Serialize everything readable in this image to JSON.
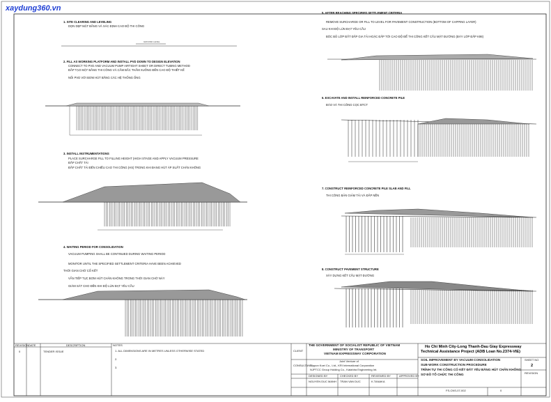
{
  "watermark": "xaydung360.vn",
  "steps": [
    {
      "title": "1. SITE CLEARING AND LEVELING",
      "lines": [
        "DỌN DẸP MẶT BẰNG VÀ XÁC ĐỊNH CAO ĐỘ THI CÔNG"
      ]
    },
    {
      "title": "2. FILL AS WORKING PLATFORM AND INSTALL PVD DOWN TO DESIGN ELEVATION",
      "lines": [
        "CONNECT TO PVD AND VACUUM PUMP AIRTIGHT SHEET OR DIRECT TUBING METHOD",
        "ĐẮP TẠO MẶT BẰNG THI CÔNG VÀ CẮM BẤC THẤM XUỐNG ĐẾN CAO ĐỘ THIẾT KẾ",
        "NỐI PVD VỚI BƠM HÚT BẰNG CÁC HỆ THỐNG ỐNG"
      ]
    },
    {
      "title": "3. INSTALL INSTRUMENTATIONS",
      "lines": [
        "PLACE SURCHARGE FILL TO FILLING HEIGHT (HIGH STAGE AND APPLY VACUUM PRESSURE",
        "ĐẮP CHẤT TẢI",
        "ĐẮP CHẤT TẢI ĐẾN CHIỀU CAO THI CÔNG (HS) TRONG KHI ĐANG HÚT ÁP SUẤT CHÂN KHÔNG"
      ]
    },
    {
      "title": "4. WAITING PERIOD FOR CONSOLIDATION",
      "lines": [
        "VACUUM PUMPING SHALL BE CONTINUED DURING WAITING PERIOD",
        "MONITOR UNTIL THE SPECIFIED SETTLEMENT CRITERIA HAVE BEEN ACHIEVED",
        "THỜI GIAN CHỜ CỐ KẾT",
        "VẪN TIẾP TỤC BƠM HÚT CHÂN KHÔNG TRONG THỜI GIAN CHỜ NÀY",
        "GIÁM SÁT CHO ĐẾN KHI ĐỘ LÚN ĐẠT YÊU CẦU"
      ]
    },
    {
      "title": "5. AFTER REACHING SPECIFIED SETTLEMENT CRITERIA",
      "lines": [
        "REMOVE SURCHARGE OR FILL TO LEVEL FOR PAVEMENT CONSTRUCTION (BOTTOM OF CAPPING LAYER)",
        "SAU KHI ĐỘ LÚN ĐẠT YÊU CẦU",
        "BÓC BỎ LỚP ĐẤT ĐẮP GIA TẢI HOẶC ĐẮP TỚI CAO ĐỘ ĐỂ THI CÔNG KẾT CẤU MẶT ĐƯỜNG (ĐÁY LỚP ĐẮP K98)"
      ]
    },
    {
      "title": "6. EXCAVATE AND INSTALL REINFORCED CONCRETE PILE",
      "lines": [
        "ĐÀO VÀ THI CÔNG CỌC BTCT"
      ]
    },
    {
      "title": "7. CONSTRUCT REINFORCED CONCRETE PILE SLAB AND FILL",
      "lines": [
        "THI CÔNG BẢN GIẢM TẢI VÀ ĐẮP NỀN"
      ]
    },
    {
      "title": "8. CONSTRUCT PAVEMENT STRUCTURE",
      "lines": [
        "XÂY DỰNG KẾT CẤU MẶT ĐƯỜNG"
      ]
    }
  ],
  "revision_table": {
    "headers": [
      "REVISION",
      "DATE",
      "DESCRIPTION"
    ],
    "rows": [
      [
        "0",
        "",
        "TENDER ISSUE"
      ]
    ]
  },
  "notes": {
    "label": "NOTES",
    "items": [
      "1. ALL DIMENSIONS ARE IN METRES UNLESS OTHERWISE STATED",
      "2.",
      "3."
    ]
  },
  "title_block": {
    "client_label": "CLIENT",
    "client_lines": [
      "THE GOVERNMENT OF SOCIALIST REPUBLIC OF VIETNAM",
      "MINISTRY OF TRANSPORT",
      "VIETNAM EXPRESSWAY CORPORATION"
    ],
    "consultant_label": "CONSULTANT",
    "consultant_lines": [
      "Joint Venture of",
      "Nippon Koei Co., Ltd., KRI International Corporation",
      "NJPTCC Group Holding Co., Katahira Engineering Int."
    ],
    "role_headers": [
      "DESIGNED BY",
      "CHECKED BY",
      "REVIEWED BY",
      "APPROVED BY"
    ],
    "role_names": [
      "NGUYEN DUC MANH",
      "TRAN VAN DUC",
      "K.TANAKA",
      ""
    ],
    "project_lines": [
      "Ho Chi Minh City-Long Thanh-Dau Giay Expressway",
      "Technical Assistance Project (ADB Loan No.2374-VIE)"
    ],
    "drawing_title_lines": [
      "SOIL IMPROVEMENT BY VACUUM CONSOLIDATION",
      "SUB-WORK CONSTRUCTION PROCEDURE",
      "TRÌNH TỰ THI CÔNG CỐ KẾT ĐẤT YẾU BẰNG HÚT CHÂN KHÔNG",
      "SƠ ĐỒ TỔ CHỨC THI CÔNG"
    ],
    "sheet_label": "SHEET NO",
    "sheet_value": "2",
    "revision_label": "REVISION",
    "drawing_no": "FS-CNS-07-002",
    "rev_value": "0"
  }
}
